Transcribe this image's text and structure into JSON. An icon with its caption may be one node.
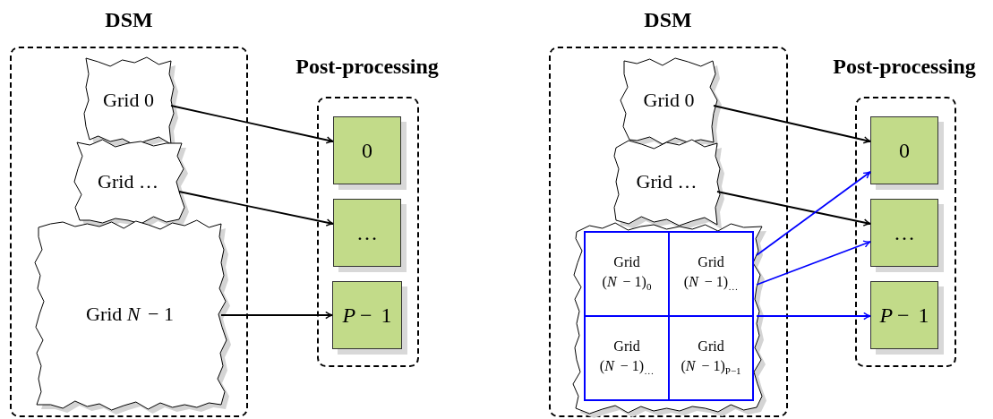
{
  "diagram": {
    "nodes": [
      {
        "text": [
          "DSM"
        ]
      },
      {
        "text": [
          "Grid 0"
        ],
        "in": 0
      },
      {
        "text": [
          "Grid …"
        ],
        "in": 0
      },
      {
        "text": [
          "Grid *N* − 1"
        ],
        "in": 0
      },
      {
        "text": [
          "Post-processing"
        ]
      },
      {
        "text": [
          "0"
        ],
        "in": 4
      },
      {
        "text": [
          "…"
        ],
        "in": 4
      },
      {
        "text": [
          "*P* − 1"
        ],
        "in": 4
      },
      {
        "text": [
          "DSM"
        ]
      },
      {
        "text": [
          "Grid 0"
        ],
        "in": 8
      },
      {
        "text": [
          "Grid …"
        ],
        "in": 8
      },
      {
        "text": [],
        "shape": "box",
        "in": 8
      },
      {
        "text": [
          "Grid (*N* − 1)$_{0}$"
        ],
        "in": 11
      },
      {
        "text": [
          "Grid (*N* − 1)$_{…}$"
        ],
        "in": 11
      },
      {
        "text": [
          "Grid (*N* − 1)$_{…}$"
        ],
        "in": 11
      },
      {
        "text": [
          "Grid (*N* − 1)$_{P−1}$"
        ],
        "in": 11
      },
      {
        "text": [
          "Post-processing"
        ]
      },
      {
        "text": [
          "0"
        ],
        "in": 16
      },
      {
        "text": [
          "…"
        ],
        "in": 16
      },
      {
        "text": [
          "*P* − 1"
        ],
        "in": 16
      }
    ],
    "edges": [
      {
        "from": 1,
        "to": 5,
        "arrow": "to"
      },
      {
        "from": 2,
        "to": 6,
        "arrow": "to"
      },
      {
        "from": 3,
        "to": 7,
        "arrow": "to"
      },
      {
        "from": 9,
        "to": 17,
        "arrow": "to"
      },
      {
        "from": 10,
        "to": 18,
        "arrow": "to"
      },
      {
        "from": 11,
        "to": 17,
        "arrow": "to",
        "color": "#0000ff"
      },
      {
        "from": 11,
        "to": 18,
        "arrow": "to",
        "color": "#0000ff"
      },
      {
        "from": 11,
        "to": 19,
        "arrow": "to",
        "color": "#0000ff"
      }
    ]
  }
}
